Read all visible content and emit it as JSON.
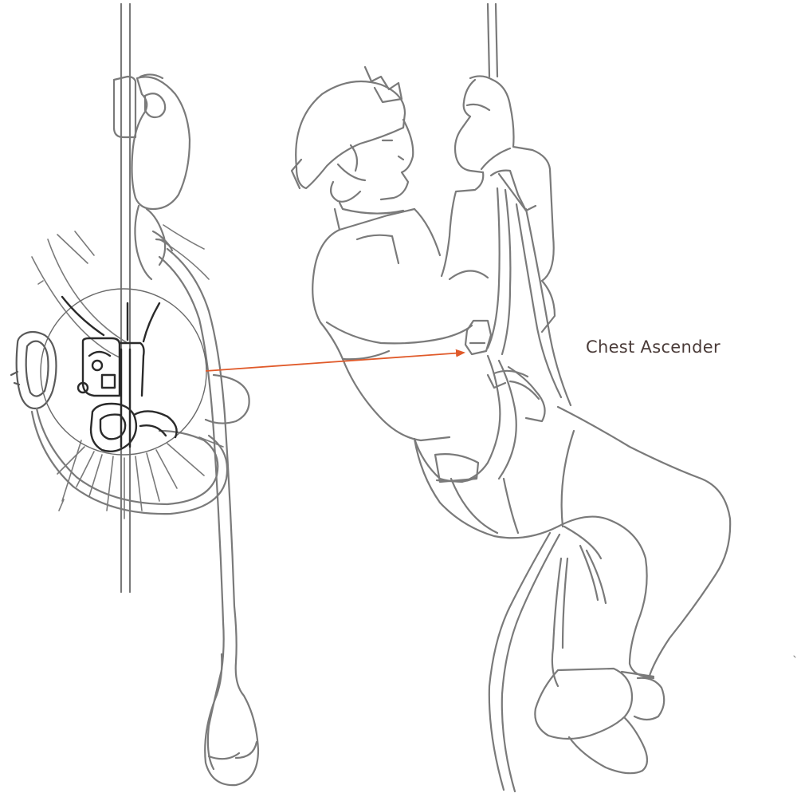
{
  "callout": {
    "label": "Chest Ascender",
    "arrow_color": "#e05a2a"
  },
  "colors": {
    "ink": "#7a7a7a",
    "ink_dark": "#2a2a2a",
    "label": "#4a3b38",
    "background": "#ffffff"
  },
  "figures": {
    "left": "rope-ascent-detail-with-magnified-chest-ascender",
    "right": "climber-ascending-rope-with-helmet-and-harness"
  }
}
